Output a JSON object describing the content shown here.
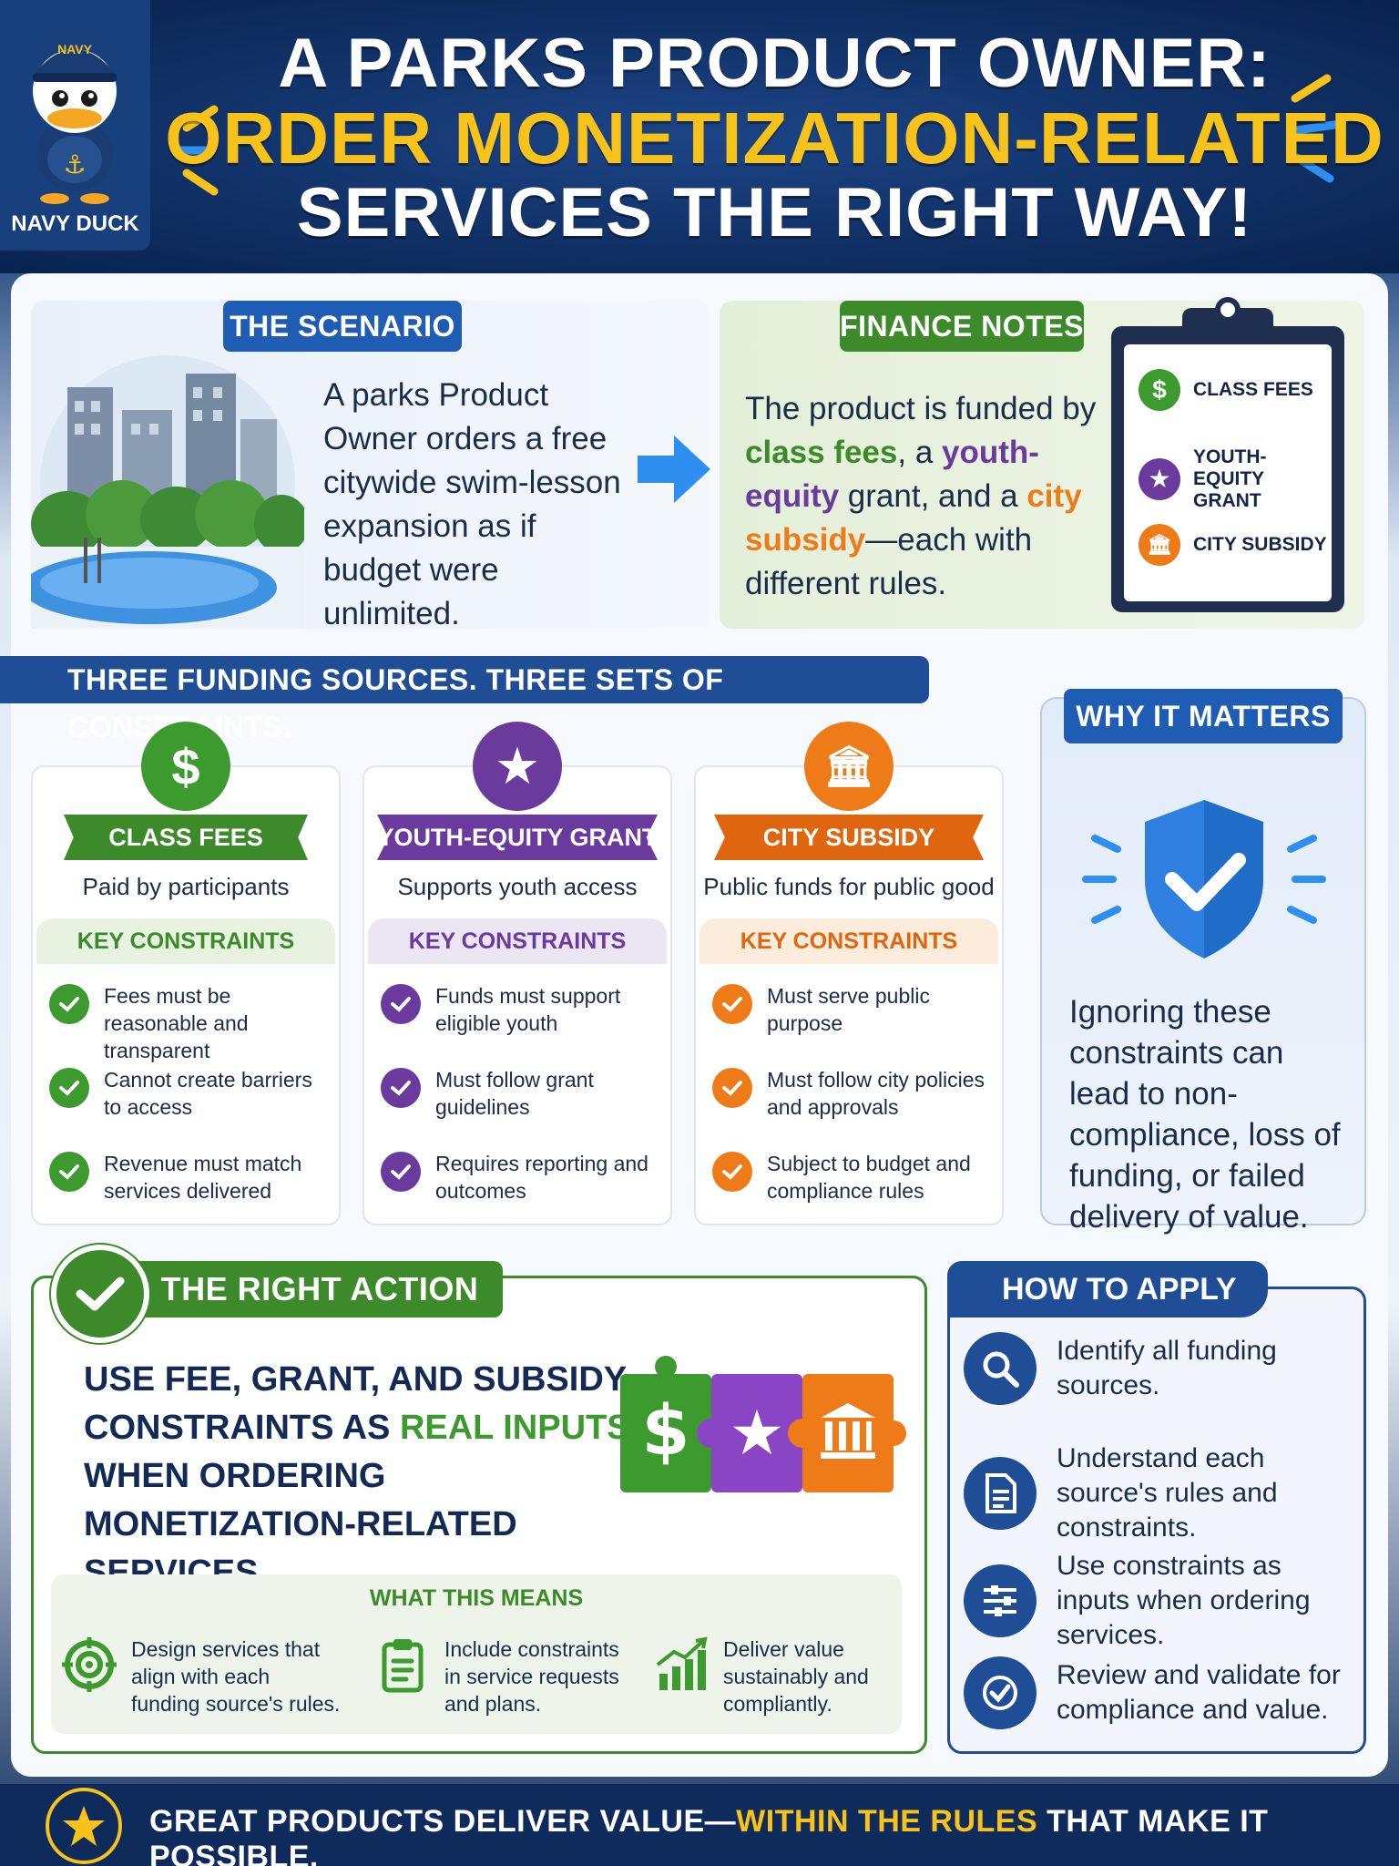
{
  "header": {
    "badge_cap": "NAVY",
    "badge_label": "NAVY DUCK",
    "title_line1": "A PARKS PRODUCT OWNER:",
    "title_line2": "ORDER MONETIZATION-RELATED",
    "title_line3": "SERVICES THE RIGHT WAY!",
    "accent": "#f7c21a"
  },
  "scenario": {
    "tag": "THE SCENARIO",
    "text": "A parks Product Owner orders a free citywide swim-lesson expansion as if budget were unlimited."
  },
  "finance": {
    "tag": "FINANCE NOTES",
    "text_before": "The product is funded by ",
    "class_fees": "class fees",
    "sep1": ", a ",
    "youth_grant": "youth-equity",
    "sep2": " grant, and a ",
    "city_subsidy": "city subsidy",
    "text_after": "—each with different rules.",
    "clipboard": [
      {
        "icon": "dollar-icon",
        "symbol": "$",
        "label": "CLASS FEES"
      },
      {
        "icon": "star-icon",
        "symbol": "★",
        "label": "YOUTH-EQUITY GRANT"
      },
      {
        "icon": "bank-icon",
        "symbol": "🏛",
        "label": "CITY SUBSIDY"
      }
    ]
  },
  "section_banner": "THREE FUNDING SOURCES. THREE SETS OF CONSTRAINTS.",
  "sources": [
    {
      "name": "CLASS FEES",
      "subtitle": "Paid by participants",
      "constraints_label": "KEY CONSTRAINTS",
      "color": "#3d9a2e",
      "symbol": "$",
      "constraints": [
        "Fees must be reasonable and transparent",
        "Cannot create barriers to access",
        "Revenue must match services delivered"
      ]
    },
    {
      "name": "YOUTH-EQUITY GRANT",
      "subtitle": "Supports youth access",
      "constraints_label": "KEY CONSTRAINTS",
      "color": "#6a3a9c",
      "symbol": "★",
      "constraints": [
        "Funds must support eligible youth",
        "Must follow grant guidelines",
        "Requires reporting and outcomes"
      ]
    },
    {
      "name": "CITY SUBSIDY",
      "subtitle": "Public funds for public good",
      "constraints_label": "KEY CONSTRAINTS",
      "color": "#ee7b17",
      "symbol": "🏛",
      "constraints": [
        "Must serve public purpose",
        "Must follow city policies and approvals",
        "Subject to budget and compliance rules"
      ]
    }
  ],
  "why": {
    "tag": "WHY IT MATTERS",
    "text": "Ignoring these constraints can lead to non-compliance, loss of funding, or failed delivery of value."
  },
  "action": {
    "tag": "THE RIGHT ACTION",
    "line1": "USE FEE, GRANT, AND SUBSIDY",
    "line2a": "CONSTRAINTS AS ",
    "line2b": "REAL INPUTS",
    "line3": "WHEN ORDERING",
    "line4": "MONETIZATION-RELATED SERVICES.",
    "what_title": "WHAT THIS MEANS",
    "what_items": [
      {
        "icon": "target-icon",
        "text": "Design services that align with each funding source's rules."
      },
      {
        "icon": "clipboard-icon",
        "text": "Include constraints in service requests and plans."
      },
      {
        "icon": "growth-chart-icon",
        "text": "Deliver value sustainably and compliantly."
      }
    ]
  },
  "how": {
    "tag": "HOW TO APPLY",
    "steps": [
      {
        "icon": "magnifier-icon",
        "text": "Identify all funding sources."
      },
      {
        "icon": "document-icon",
        "text": "Understand each source's rules and constraints."
      },
      {
        "icon": "sliders-icon",
        "text": "Use constraints as inputs when ordering services."
      },
      {
        "icon": "check-badge-icon",
        "text": "Review and validate for compliance and value."
      }
    ]
  },
  "footer": {
    "before": "GREAT PRODUCTS DELIVER VALUE—",
    "highlight": "WITHIN THE RULES",
    "after": " THAT MAKE IT POSSIBLE."
  }
}
